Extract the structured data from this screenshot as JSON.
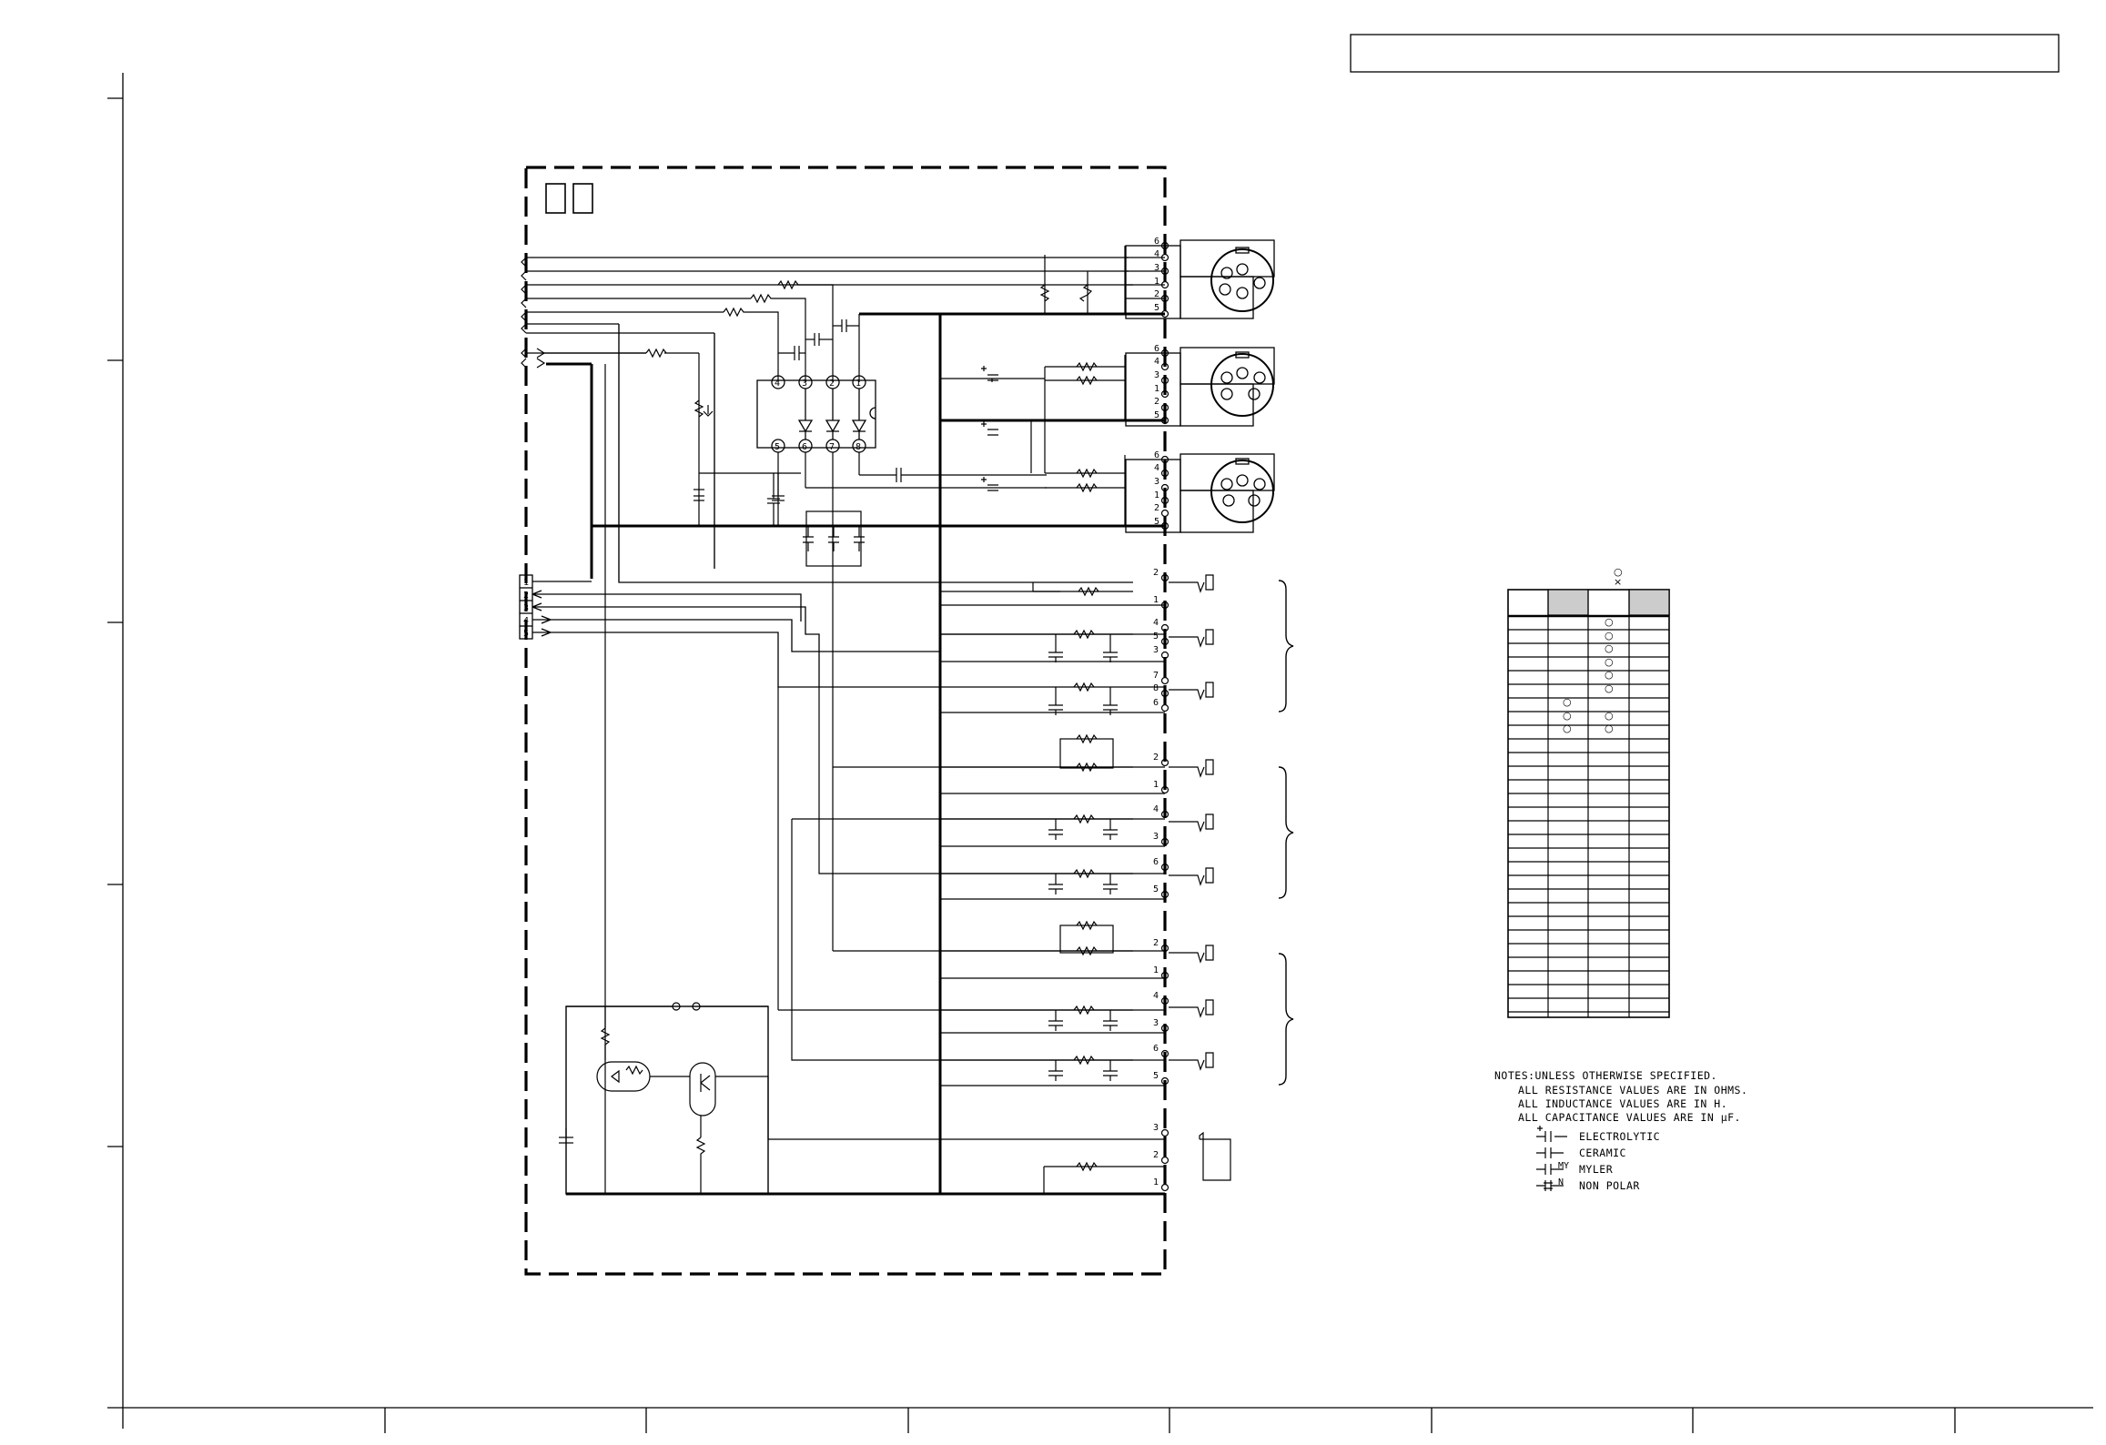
{
  "title_box_text": "",
  "block_label_text": "",
  "connector_pins": [
    "1",
    "2",
    "3",
    "4",
    "5"
  ],
  "din_pins": [
    "6",
    "4",
    "3",
    "1",
    "2",
    "5"
  ],
  "ic_pins_top": [
    "4",
    "3",
    "2",
    "1"
  ],
  "ic_pins_bottom": [
    "5",
    "6",
    "7",
    "8"
  ],
  "jack_pin_labels": [
    "2",
    "1",
    "4",
    "5",
    "3",
    "7",
    "8",
    "6",
    "2",
    "1",
    "4",
    "3",
    "6",
    "5",
    "2",
    "1",
    "4",
    "3",
    "6",
    "5",
    "3",
    "2",
    "1"
  ],
  "table_legend": {
    "circle": "○",
    "cross": "×"
  },
  "table_marks": [
    "○",
    "○",
    "○",
    "○",
    "○",
    "○",
    "○",
    "○",
    "○",
    "○",
    "○"
  ],
  "notes": {
    "heading": "NOTES:UNLESS OTHERWISE SPECIFIED.",
    "lines": [
      "ALL RESISTANCE VALUES ARE IN OHMS.",
      "ALL INDUCTANCE VALUES ARE IN H.",
      "ALL CAPACITANCE VALUES ARE IN μF."
    ],
    "legend": [
      {
        "symbol": "electrolytic",
        "label": "ELECTROLYTIC"
      },
      {
        "symbol": "ceramic",
        "label": "CERAMIC"
      },
      {
        "symbol": "myler",
        "label": "MYLER",
        "mark": "MY"
      },
      {
        "symbol": "nonpolar",
        "label": "NON POLAR",
        "mark": "N"
      }
    ]
  }
}
